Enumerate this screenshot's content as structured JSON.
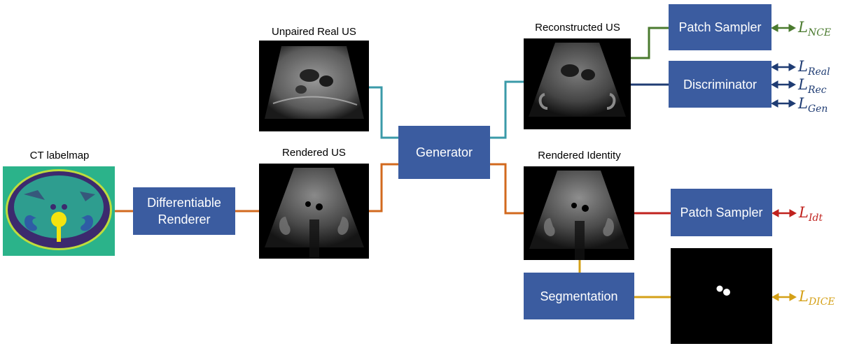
{
  "captions": {
    "ct_labelmap": "CT labelmap",
    "unpaired_real_us": "Unpaired  Real US",
    "rendered_us": "Rendered US",
    "reconstructed_us": "Reconstructed US",
    "rendered_identity": "Rendered Identity"
  },
  "blocks": {
    "renderer_line1": "Differentiable",
    "renderer_line2": "Renderer",
    "generator": "Generator",
    "patch_sampler_top": "Patch Sampler",
    "discriminator": "Discriminator",
    "patch_sampler_idt": "Patch Sampler",
    "segmentation": "Segmentation"
  },
  "losses": {
    "nce": {
      "symbol": "L",
      "sub": "NCE",
      "color": "#4a7a2e"
    },
    "real": {
      "symbol": "L",
      "sub": "Real",
      "color": "#1f3c73"
    },
    "rec": {
      "symbol": "L",
      "sub": "Rec",
      "color": "#1f3c73"
    },
    "gen": {
      "symbol": "L",
      "sub": "Gen",
      "color": "#1f3c73"
    },
    "idt": {
      "symbol": "L",
      "sub": "Idt",
      "color": "#c0221e"
    },
    "dice": {
      "symbol": "L",
      "sub": "DICE",
      "color": "#d4a017"
    }
  },
  "colors": {
    "block": "#3b5ca0",
    "orange_wire": "#d2691e",
    "teal_wire": "#3a9aa8",
    "green_wire": "#4a7a2e",
    "navy_wire": "#1f3c73",
    "red_wire": "#c0221e",
    "gold_wire": "#d4a017"
  }
}
